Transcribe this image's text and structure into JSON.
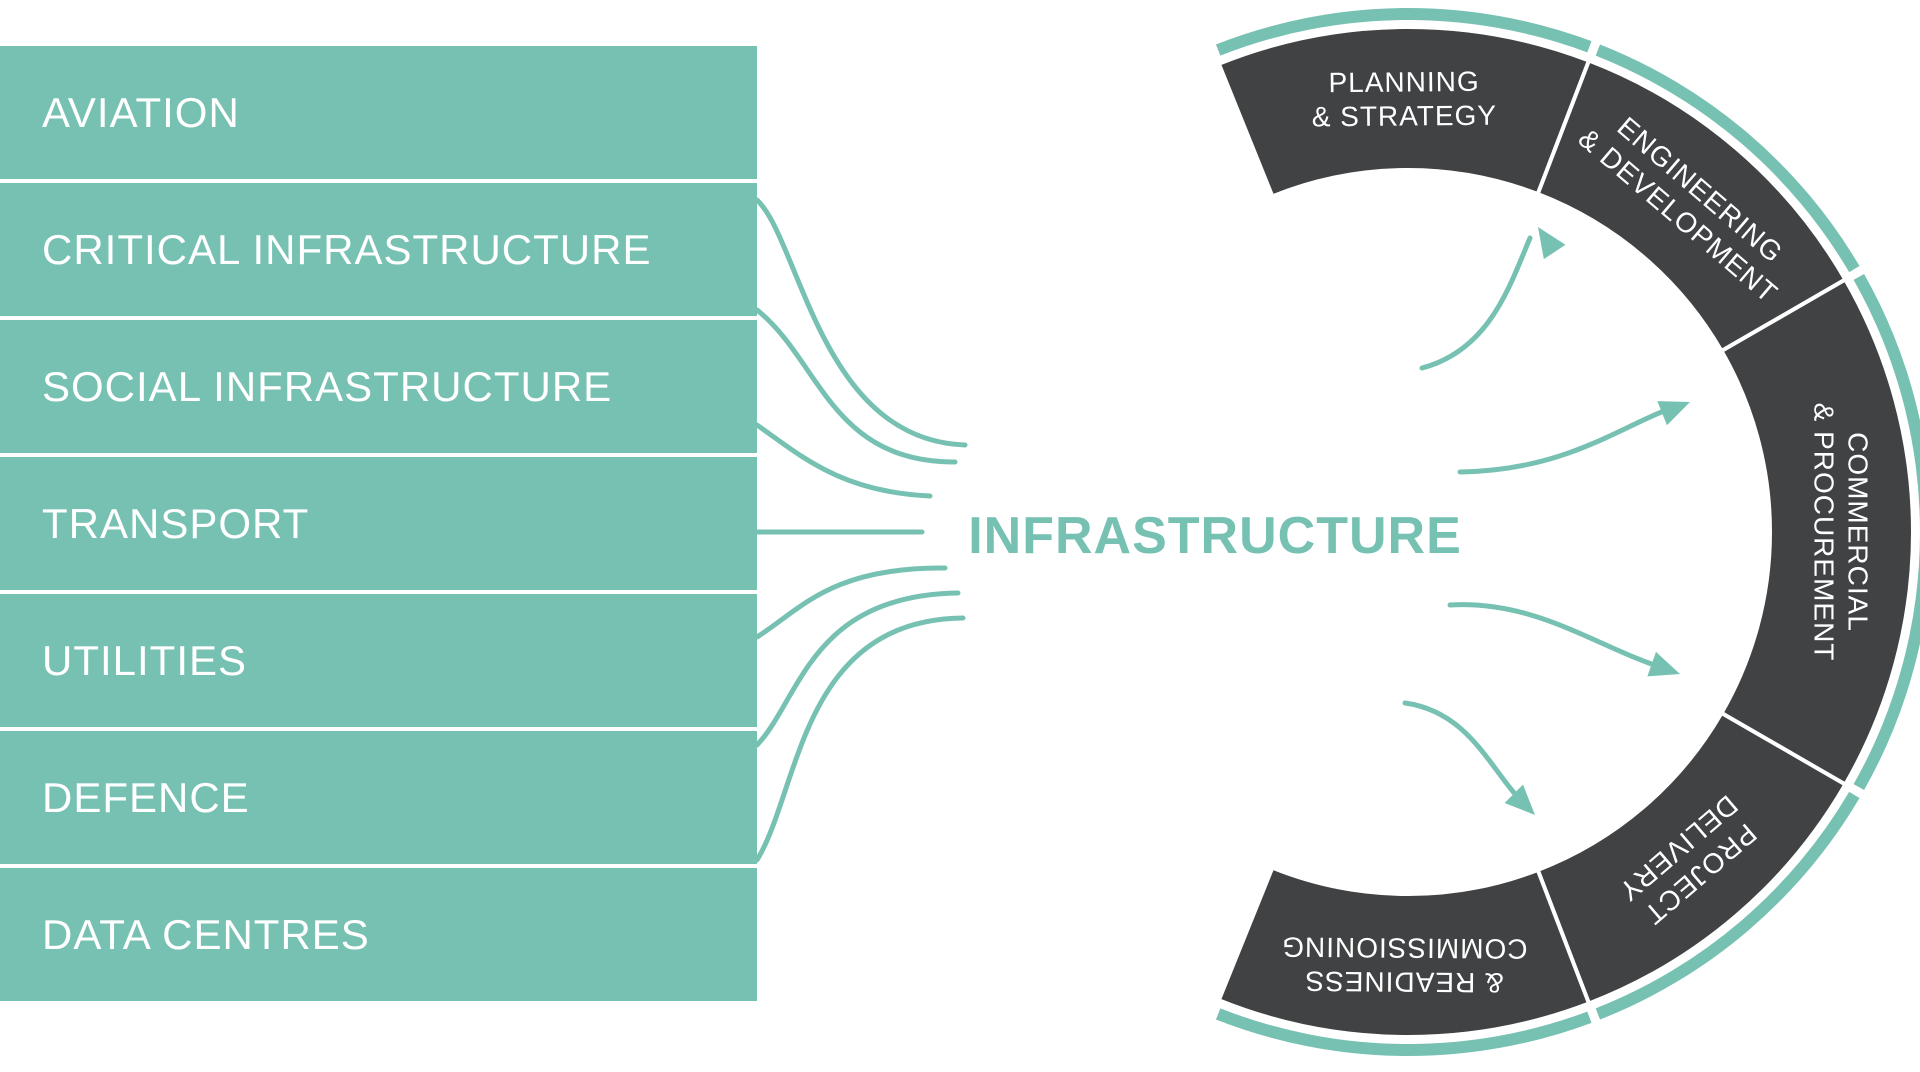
{
  "colors": {
    "teal": "#77c1b3",
    "dark": "#414244",
    "white": "#ffffff"
  },
  "sectors": [
    {
      "label": "AVIATION"
    },
    {
      "label": "CRITICAL INFRASTRUCTURE"
    },
    {
      "label": "SOCIAL INFRASTRUCTURE"
    },
    {
      "label": "TRANSPORT"
    },
    {
      "label": "UTILITIES"
    },
    {
      "label": "DEFENCE"
    },
    {
      "label": "DATA CENTRES"
    }
  ],
  "center": {
    "label": "INFRASTRUCTURE"
  },
  "stages": [
    {
      "lines": [
        "PLANNING",
        "& STRATEGY"
      ]
    },
    {
      "lines": [
        "ENGINEERING",
        "& DEVELOPMENT"
      ]
    },
    {
      "lines": [
        "COMMERCIAL",
        "& PROCUREMENT"
      ]
    },
    {
      "lines": [
        "PROJECT",
        "DELIVERY"
      ]
    },
    {
      "lines": [
        "& READINESS",
        "COMMISSIONING"
      ]
    }
  ]
}
